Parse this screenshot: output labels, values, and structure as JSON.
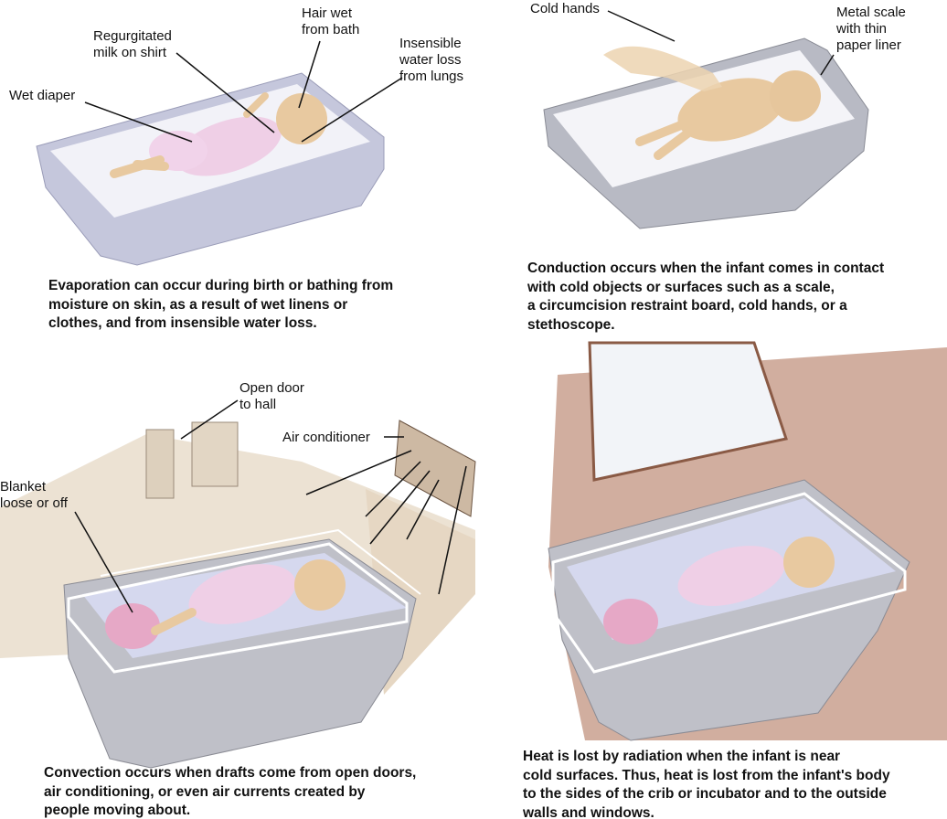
{
  "panels": {
    "evaporation": {
      "labels": {
        "hair": [
          "Hair wet",
          "from bath"
        ],
        "milk": [
          "Regurgitated",
          "milk on shirt"
        ],
        "lungs": [
          "Insensible",
          "water loss",
          "from lungs"
        ],
        "diaper": [
          "Wet diaper"
        ]
      },
      "caption": [
        "Evaporation can occur during birth or bathing from",
        "moisture on skin, as a result of wet linens or",
        "clothes, and from insensible water loss."
      ]
    },
    "conduction": {
      "labels": {
        "hands": [
          "Cold hands"
        ],
        "scale": [
          "Metal scale",
          "with thin",
          "paper liner"
        ]
      },
      "caption": [
        "Conduction occurs when the infant comes in contact",
        "with cold objects or surfaces such as a scale,",
        "a circumcision restraint board, cold hands, or a",
        "stethoscope."
      ]
    },
    "convection": {
      "labels": {
        "door": [
          "Open door",
          "to hall"
        ],
        "ac": [
          "Air conditioner"
        ],
        "blanket": [
          "Blanket",
          "loose or off"
        ]
      },
      "caption": [
        "Convection occurs when drafts come from open doors,",
        "air conditioning, or even air currents created by",
        "people moving about."
      ]
    },
    "radiation": {
      "caption": [
        "Heat is lost by radiation when the infant is near",
        "cold surfaces. Thus, heat is lost from the infant's body",
        "to the sides of the crib or incubator and to the outside",
        "walls and windows."
      ]
    }
  },
  "colors": {
    "skin": "#e8c9a0",
    "shirt": "#eecde6",
    "tray": "#c9cbe0",
    "wall": "#e9dccb",
    "brown_wall": "#c9a08e"
  }
}
